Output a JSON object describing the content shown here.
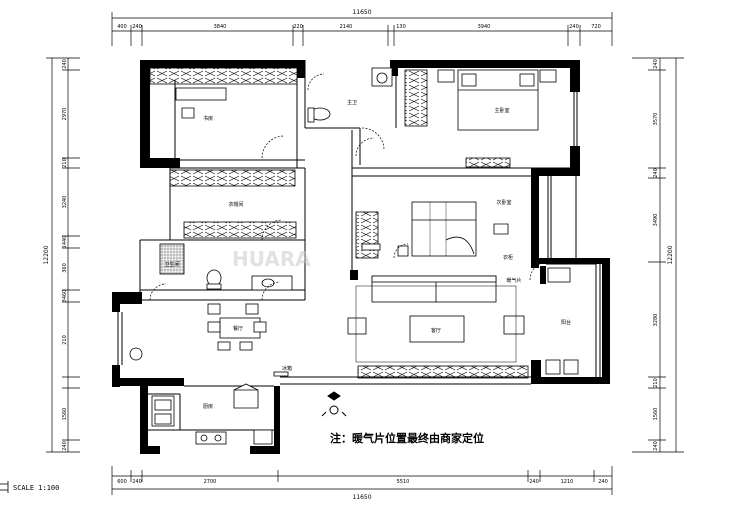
{
  "dimensions": {
    "top_total": "11650",
    "top_segments": [
      "400",
      "240",
      "3840",
      "220",
      "2140",
      "130",
      "3940",
      "240",
      "720"
    ],
    "bottom_total": "11650",
    "bottom_segments": [
      "600",
      "240",
      "2700",
      "5510",
      "240",
      "1210",
      "240"
    ],
    "left_total": "12200",
    "left_segments": [
      "240",
      "2970",
      "210",
      "3240",
      "1440",
      "360",
      "3460",
      "210",
      "1560",
      "240"
    ],
    "right_total": "12200",
    "right_segments": [
      "240",
      "3570",
      "240",
      "3490",
      "3280",
      "210",
      "1560",
      "240"
    ]
  },
  "rooms": {
    "study": "书房",
    "master_bathroom": "主卫",
    "master_bedroom": "主卧室",
    "cloakroom": "衣帽间",
    "second_bedroom": "次卧室",
    "bathroom": "卫生间",
    "dining": "餐厅",
    "living": "客厅",
    "balcony": "阳台",
    "kitchen": "厨房",
    "heater": "暖气片",
    "wardrobe": "衣柜",
    "fridge": "冰箱"
  },
  "note": "注：暖气片位置最终由商家定位",
  "scale_label": "SCALE 1:100",
  "watermark": "HUARA"
}
